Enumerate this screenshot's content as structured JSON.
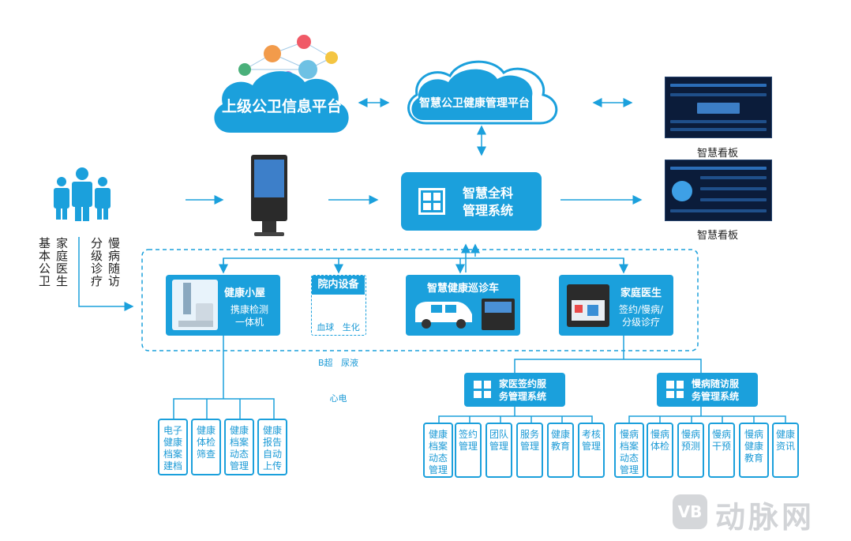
{
  "clouds": {
    "superior": "上级公卫信息平台",
    "smart_platform": "智慧公卫健康管理平台"
  },
  "dashboards": {
    "top_label": "智慧看板",
    "bottom_label": "智慧看板"
  },
  "center": {
    "title_line1": "智慧全科",
    "title_line2": "管理系统"
  },
  "left_labels": {
    "col1": "基本公卫",
    "col2": "家庭医生",
    "col3": "分级诊疗",
    "col4": "慢病随访"
  },
  "modules": {
    "health_hut": {
      "title": "健康小屋",
      "sub1": "携康检测",
      "sub2": "一体机"
    },
    "hospital_devices": {
      "title": "院内设备",
      "line1": "血球   生化",
      "line2": "B超   尿液",
      "line3": "心电"
    },
    "patrol_vehicle": {
      "title": "智慧健康巡诊车"
    },
    "family_doctor": {
      "title": "家庭医生",
      "sub1": "签约/慢病/",
      "sub2": "分级诊疗"
    }
  },
  "hut_leaves": [
    "电子健康档案建档",
    "健康体检筛查",
    "健康档案动态管理",
    "健康报告自动上传"
  ],
  "family_service": {
    "title_line1": "家医签约服",
    "title_line2": "务管理系统",
    "leaves": [
      "健康档案动态管理",
      "签约管理",
      "团队管理",
      "服务管理",
      "健康教育",
      "考核管理"
    ]
  },
  "chronic_service": {
    "title_line1": "慢病随访服",
    "title_line2": "务管理系统",
    "leaves": [
      "慢病档案动态管理",
      "慢病体检",
      "慢病预测",
      "慢病干预",
      "慢病健康教育",
      "健康资讯"
    ]
  },
  "watermark": {
    "text": "动脉网"
  },
  "colors": {
    "primary": "#1ba0dc",
    "text_dark": "#222222"
  }
}
